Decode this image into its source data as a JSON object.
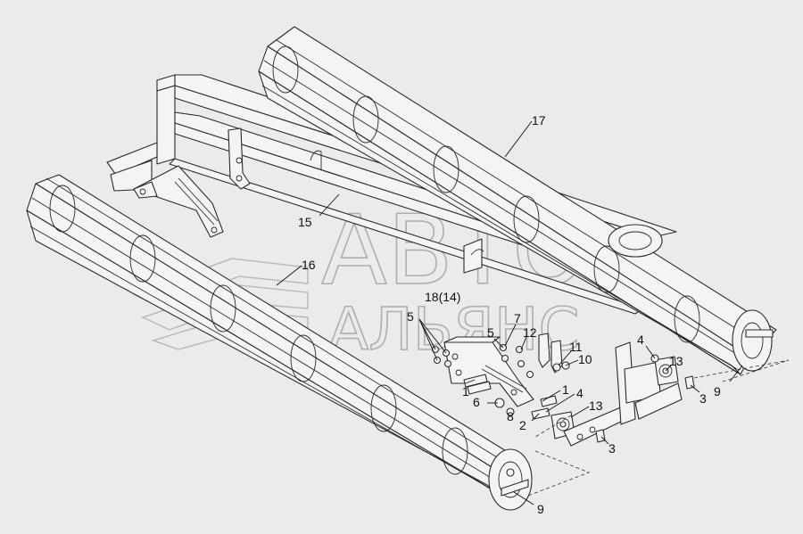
{
  "watermark": {
    "line1": "АВТО",
    "line2": "АЛЬЯНС"
  },
  "callouts": [
    {
      "id": "c17",
      "text": "17"
    },
    {
      "id": "c15",
      "text": "15"
    },
    {
      "id": "c16",
      "text": "16"
    },
    {
      "id": "c18",
      "text": "18(14)"
    },
    {
      "id": "c5a",
      "text": "5"
    },
    {
      "id": "c5b",
      "text": "5"
    },
    {
      "id": "c7",
      "text": "7"
    },
    {
      "id": "c12",
      "text": "12"
    },
    {
      "id": "c11",
      "text": "11"
    },
    {
      "id": "c10",
      "text": "10"
    },
    {
      "id": "c4a",
      "text": "4"
    },
    {
      "id": "c13a",
      "text": "13"
    },
    {
      "id": "c3a",
      "text": "3"
    },
    {
      "id": "c9a",
      "text": "9"
    },
    {
      "id": "c1a",
      "text": "1"
    },
    {
      "id": "c1b",
      "text": "1"
    },
    {
      "id": "c4b",
      "text": "4"
    },
    {
      "id": "c6",
      "text": "6"
    },
    {
      "id": "c8",
      "text": "8"
    },
    {
      "id": "c2",
      "text": "2"
    },
    {
      "id": "c13b",
      "text": "13"
    },
    {
      "id": "c3b",
      "text": "3"
    },
    {
      "id": "c9b",
      "text": "9"
    }
  ]
}
